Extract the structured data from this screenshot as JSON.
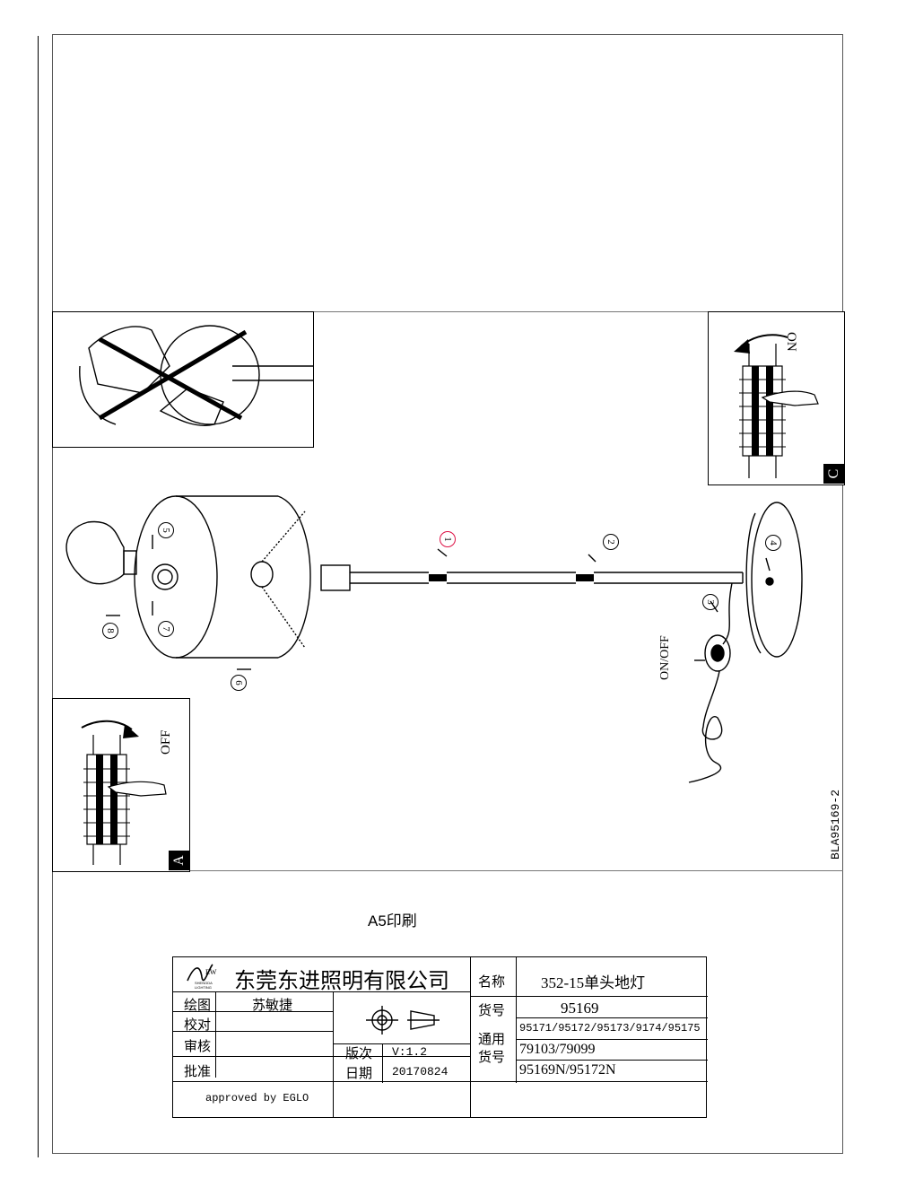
{
  "page": {
    "doc_code": "BLA95169-2",
    "print_note": "A5印刷"
  },
  "panels": {
    "a": {
      "letter": "A",
      "switch_label": "OFF"
    },
    "c": {
      "letter": "C",
      "switch_label": "ON"
    },
    "foot_switch_label": "ON/OFF"
  },
  "step_labels": [
    "1",
    "2",
    "3",
    "4",
    "5",
    "6",
    "7",
    "8"
  ],
  "title_block": {
    "logo_text": "EW",
    "logo_sub": "SHENGDA LIGHTING",
    "company": "东莞东进照明有限公司",
    "rows_left": [
      {
        "label": "绘图",
        "value": "苏敏捷"
      },
      {
        "label": "校对",
        "value": ""
      },
      {
        "label": "审核",
        "value": ""
      },
      {
        "label": "批准",
        "value": ""
      }
    ],
    "version_label": "版次",
    "version_value": "V:1.2",
    "date_label": "日期",
    "date_value": "20170824",
    "approved": "approved by EGLO",
    "name_label": "名称",
    "name_value": "352-15单头地灯",
    "item_label": "货号",
    "item_value": "95169",
    "general_label_1": "通用",
    "general_label_2": "货号",
    "general_values": [
      "95171/95172/95173/9174/95175",
      "79103/79099",
      "95169N/95172N"
    ]
  }
}
